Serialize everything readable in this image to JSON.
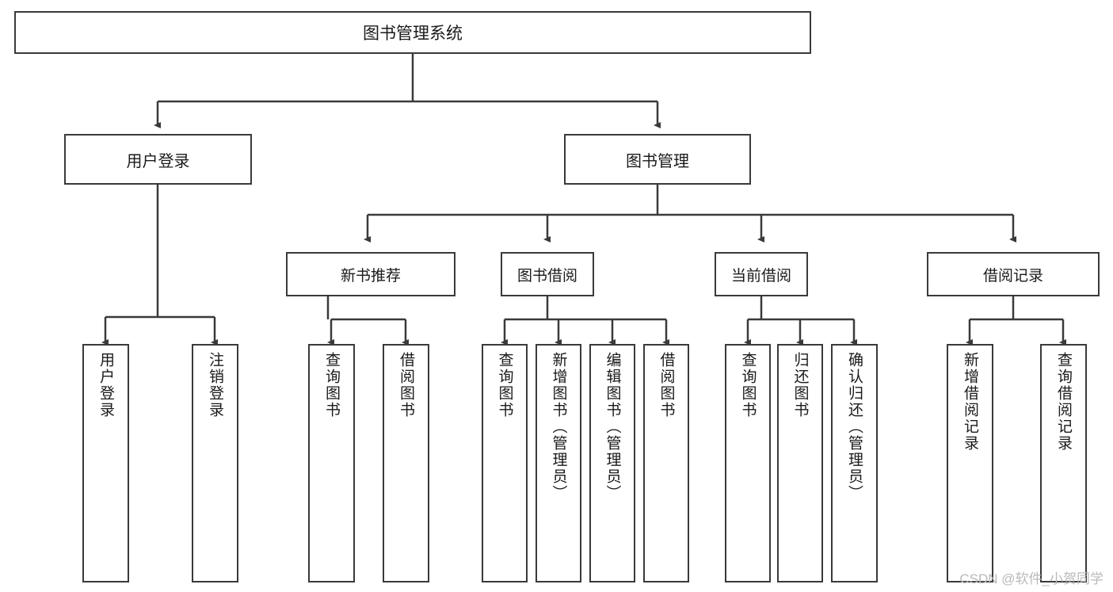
{
  "diagram": {
    "title": "图书管理系统",
    "type": "hierarchy-tree",
    "colors": {
      "box_border": "#3a3a3a",
      "box_fill": "#ffffff",
      "edge": "#3a3a3a",
      "text": "#1a1a1a",
      "watermark": "#b9b9b9",
      "background": "#ffffff"
    },
    "root": {
      "label": "图书管理系统"
    },
    "level1": [
      {
        "label": "用户登录"
      },
      {
        "label": "图书管理"
      }
    ],
    "level2": [
      {
        "label": "新书推荐"
      },
      {
        "label": "图书借阅"
      },
      {
        "label": "当前借阅"
      },
      {
        "label": "借阅记录"
      }
    ],
    "leaves": {
      "user_login": [
        {
          "label": "用户登录"
        },
        {
          "label": "注销登录"
        }
      ],
      "new_book_recommend": [
        {
          "label": "查询图书"
        },
        {
          "label": "借阅图书"
        }
      ],
      "book_borrow": [
        {
          "label": "查询图书"
        },
        {
          "label": "新增图书（管理员）"
        },
        {
          "label": "编辑图书（管理员）"
        },
        {
          "label": "借阅图书"
        }
      ],
      "current_borrow": [
        {
          "label": "查询图书"
        },
        {
          "label": "归还图书"
        },
        {
          "label": "确认归还（管理员）"
        }
      ],
      "borrow_record": [
        {
          "label": "新增借阅记录"
        },
        {
          "label": "查询借阅记录"
        }
      ]
    },
    "watermark": "CSDN @软件_小贺同学"
  }
}
